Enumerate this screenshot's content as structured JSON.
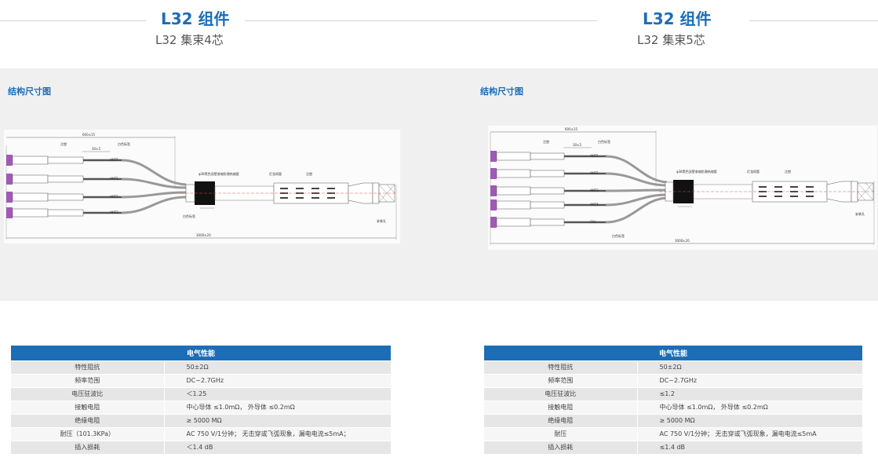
{
  "left": {
    "title": "L32 组件",
    "subtitle": "L32 集束4芯",
    "section_label": "结构尺寸图",
    "drawing": {
      "overall_length": "3000±20",
      "branch_length": "600±15",
      "sub_length": "30±5",
      "cable_labels": [
        "ANT0",
        "ANT1",
        "ANT2",
        "ANT3"
      ],
      "callouts": [
        "注塑",
        "白色标签",
        "φ38黑色双壁收缩防潮热缩管",
        "尼龙网管",
        "注塑",
        "安装孔",
        "白色标签"
      ]
    },
    "table": {
      "heading": "电气性能",
      "rows": [
        {
          "k": "特性阻抗",
          "v": "50±2Ω"
        },
        {
          "k": "频率范围",
          "v": "DC~2.7GHz"
        },
        {
          "k": "电压驻波比",
          "v": "＜1.25"
        },
        {
          "k": "接触电阻",
          "v": "中心导体 ≤1.0mΩ，  外导体 ≤0.2mΩ"
        },
        {
          "k": "绝缘电阻",
          "v": "≥ 5000 MΩ"
        },
        {
          "k": "耐压（101.3KPa）",
          "v": "AC 750 V/1分钟；  无击穿或飞弧现象，漏电电流≤5mA；"
        },
        {
          "k": "插入损耗",
          "v": "＜1.4 dB"
        }
      ]
    }
  },
  "right": {
    "title": "L32 组件",
    "subtitle": "L32 集束5芯",
    "section_label": "结构尺寸图",
    "drawing": {
      "overall_length": "3000±20",
      "branch_length": "600±15",
      "sub_length": "30±5",
      "cable_labels": [
        "ANT1",
        "ANT2",
        "ANT3",
        "ANT4",
        "CAL"
      ],
      "callouts": [
        "注塑",
        "白色标签",
        "φ38黑色双壁收缩防潮热缩管",
        "尼龙网管",
        "注塑",
        "安装孔",
        "白色标签"
      ]
    },
    "table": {
      "heading": "电气性能",
      "rows": [
        {
          "k": "特性阻抗",
          "v": "50±2Ω"
        },
        {
          "k": "频率范围",
          "v": "DC~2.7GHz"
        },
        {
          "k": "电压驻波比",
          "v": "≤1.2"
        },
        {
          "k": "接触电阻",
          "v": "中心导体 ≤1.0mΩ，  外导体 ≤0.2mΩ"
        },
        {
          "k": "绝缘电阻",
          "v": " ≥ 5000 MΩ"
        },
        {
          "k": "耐压",
          "v": "AC 750 V/1分钟；  无击穿或飞弧现象，漏电电流≤5mA"
        },
        {
          "k": "插入损耗",
          "v": "≤1.4 dB"
        }
      ]
    }
  }
}
